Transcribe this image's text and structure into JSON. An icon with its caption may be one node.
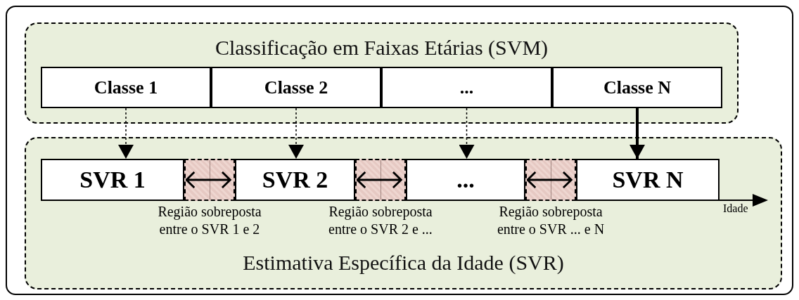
{
  "diagram": {
    "nodes": [
      {
        "text": [],
        "shape": "box"
      },
      {
        "text": [
          "Classificação em Faixas Etárias (SVM)"
        ],
        "in": 0
      },
      {
        "text": [
          "Classe 1"
        ],
        "in": 1
      },
      {
        "text": [
          "Classe 2"
        ],
        "in": 1
      },
      {
        "text": [
          "..."
        ],
        "in": 1
      },
      {
        "text": [
          "Classe N"
        ],
        "in": 1
      },
      {
        "text": [
          "Estimativa Específica da Idade (SVR)"
        ],
        "in": 0
      },
      {
        "text": [
          "SVR 1"
        ],
        "in": 6
      },
      {
        "text": [],
        "shape": "box",
        "in": 6,
        "beside": [
          "Região sobreposta entre o SVR 1 e 2"
        ]
      },
      {
        "text": [
          "SVR 2"
        ],
        "in": 6
      },
      {
        "text": [],
        "shape": "box",
        "in": 6,
        "beside": [
          "Região sobreposta entre o SVR 2 e ..."
        ]
      },
      {
        "text": [
          "..."
        ],
        "in": 6
      },
      {
        "text": [],
        "shape": "box",
        "in": 6,
        "beside": [
          "Região sobreposta entre o SVR ... e N"
        ]
      },
      {
        "text": [
          "SVR N"
        ],
        "in": 6
      }
    ],
    "edges": [
      {
        "from": 2,
        "to": 7,
        "arrow": "to",
        "style": "dashed"
      },
      {
        "from": 3,
        "to": 9,
        "arrow": "to",
        "style": "dashed"
      },
      {
        "from": 4,
        "to": 11,
        "arrow": "to",
        "style": "dashed"
      },
      {
        "from": 5,
        "to": 13,
        "arrow": "to",
        "style": "thick"
      }
    ],
    "labels": [
      "Idade"
    ]
  }
}
